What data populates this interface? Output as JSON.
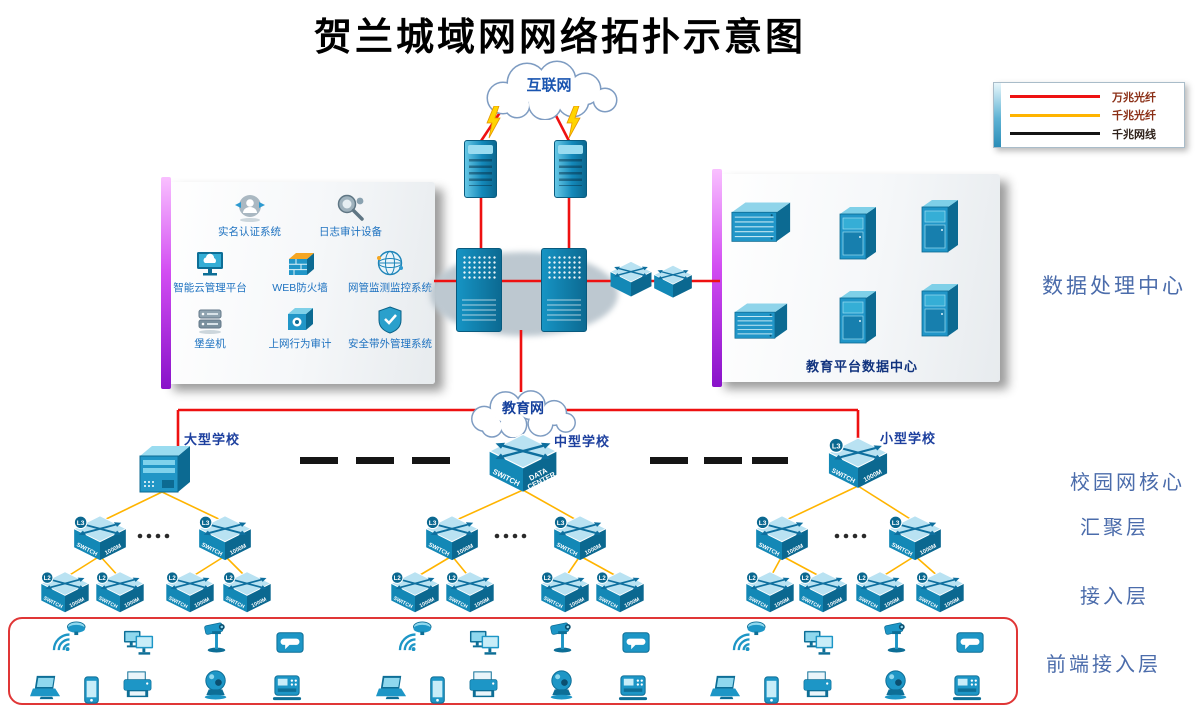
{
  "title": "贺兰城域网网络拓扑示意图",
  "legend": {
    "items": [
      {
        "label": "万兆光纤",
        "line_color": "#ee1111",
        "label_color": "#8b2f16"
      },
      {
        "label": "千兆光纤",
        "line_color": "#ffb400",
        "label_color": "#8b2f16"
      },
      {
        "label": "千兆网线",
        "line_color": "#141414",
        "label_color": "#30231c"
      }
    ]
  },
  "clouds": {
    "internet": "互联网",
    "education": "教育网"
  },
  "security_panel": {
    "items": [
      {
        "icon": "identity-auth",
        "label": "实名认证系统"
      },
      {
        "icon": "log-audit",
        "label": "日志审计设备"
      },
      {
        "icon": "cloud-mgmt",
        "label": "智能云管理平台"
      },
      {
        "icon": "web-firewall",
        "label": "WEB防火墙"
      },
      {
        "icon": "net-monitor",
        "label": "网管监测监控系统"
      },
      {
        "icon": "bastion",
        "label": "堡垒机"
      },
      {
        "icon": "behavior-audit",
        "label": "上网行为审计"
      },
      {
        "icon": "oob-mgmt",
        "label": "安全带外管理系统"
      }
    ]
  },
  "datacenter_panel": {
    "caption": "教育平台数据中心"
  },
  "side_labels": {
    "datacenter": "数据处理中心",
    "campus_core": "校园网核心",
    "aggregation": "汇聚层",
    "access": "接入层",
    "frontend": "前端接入层"
  },
  "schools": [
    {
      "name": "大型学校"
    },
    {
      "name": "中型学校",
      "core_left": "SWITCH",
      "core_right": "DATA CENTER"
    },
    {
      "name": "小型学校",
      "core_badge": "L3",
      "core_left": "SWITCH",
      "core_right": "1000M"
    }
  ],
  "switch_labels": {
    "l3_badge": "L3",
    "l2_badge": "L2",
    "left": "SWITCH",
    "right": "1000M"
  }
}
